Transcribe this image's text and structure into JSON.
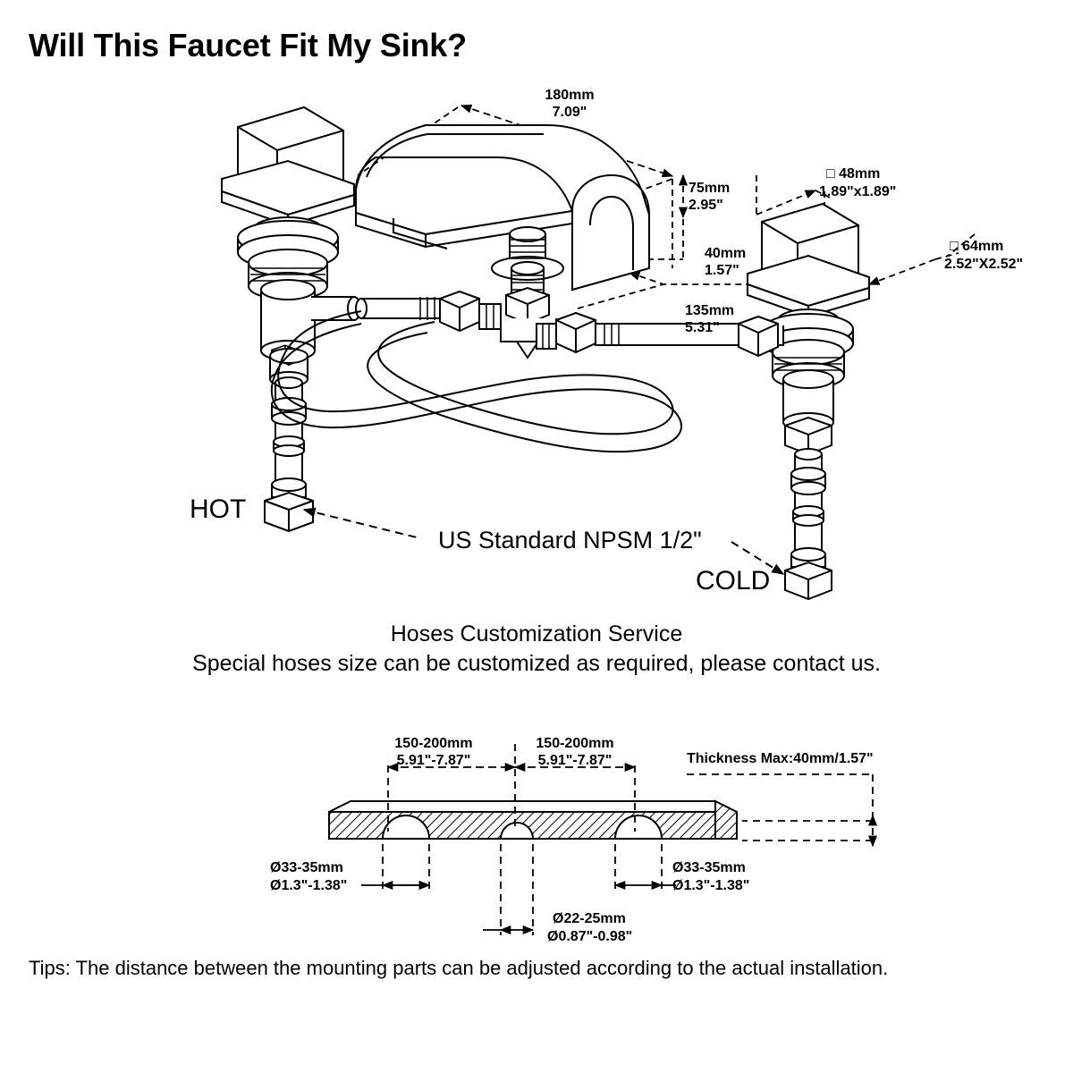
{
  "page": {
    "title": "Will This Faucet Fit My Sink?"
  },
  "faucet_diagram": {
    "dimensions": {
      "spout_length_mm": "180mm",
      "spout_length_in": "7.09\"",
      "spout_height_mm": "75mm",
      "spout_height_in": "2.95\"",
      "deck_thickness_mm": "40mm",
      "deck_thickness_in": "1.57\"",
      "shank_length_mm": "135mm",
      "shank_length_in": "5.31\"",
      "handle_square_mm": "□ 48mm",
      "handle_square_in": "1.89\"x1.89\"",
      "base_square_mm": "□ 64mm",
      "base_square_in": "2.52\"X2.52\""
    },
    "labels": {
      "hot": "HOT",
      "cold": "COLD",
      "thread_standard": "US Standard NPSM 1/2\""
    }
  },
  "hoses_note": {
    "heading": "Hoses Customization Service",
    "body": "Special hoses size can be customized as required, please contact us."
  },
  "countertop_diagram": {
    "spacing_left_mm": "150-200mm",
    "spacing_left_in": "5.91\"-7.87\"",
    "spacing_right_mm": "150-200mm",
    "spacing_right_in": "5.91\"-7.87\"",
    "thickness_max": "Thickness Max:40mm/1.57\"",
    "hole_left_mm": "Ø33-35mm",
    "hole_left_in": "Ø1.3\"-1.38\"",
    "hole_right_mm": "Ø33-35mm",
    "hole_right_in": "Ø1.3\"-1.38\"",
    "hole_center_mm": "Ø22-25mm",
    "hole_center_in": "Ø0.87\"-0.98\""
  },
  "tips": {
    "text": "Tips: The distance between the mounting parts can be adjusted according to the actual installation."
  },
  "colors": {
    "ink": "#000000",
    "paper": "#ffffff"
  }
}
